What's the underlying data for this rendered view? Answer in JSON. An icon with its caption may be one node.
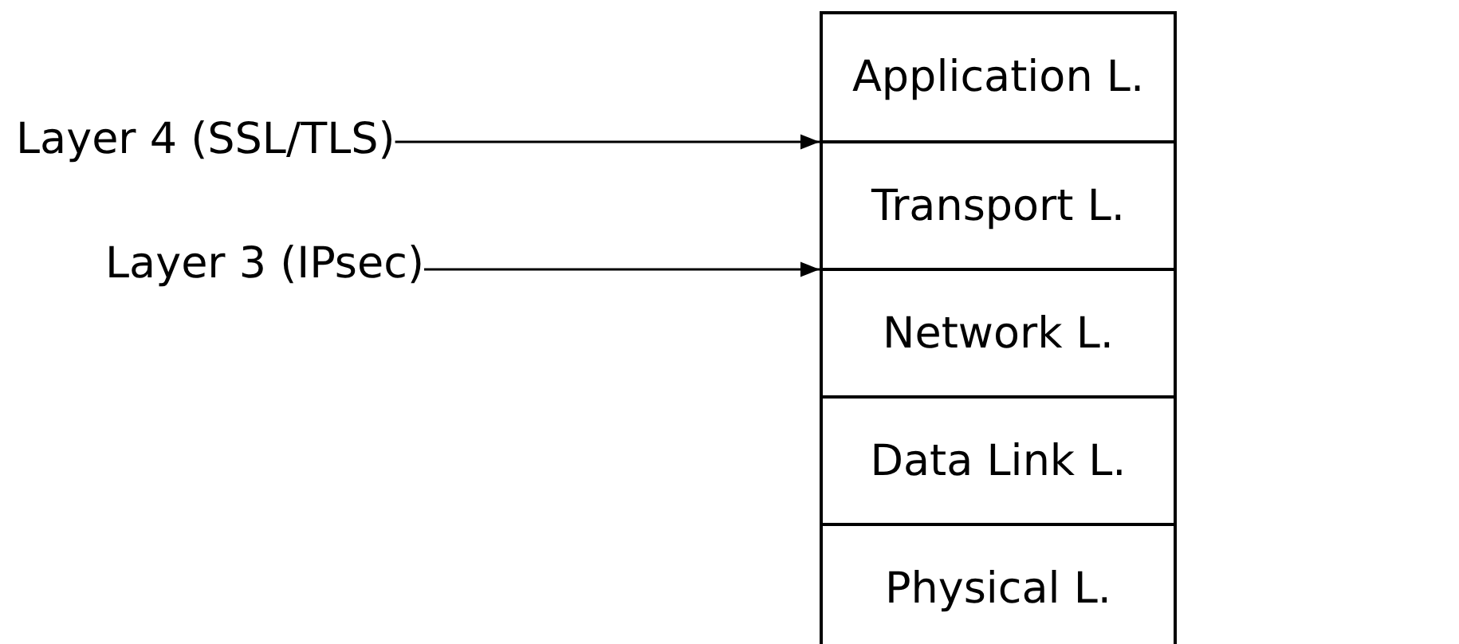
{
  "diagram": {
    "nodes": [
      {
        "text": [
          "Layer 4 (SSL/TLS)"
        ]
      },
      {
        "text": [
          "Layer 3 (IPsec)"
        ]
      },
      {
        "text": [
          "Application L."
        ]
      },
      {
        "text": [
          "Transport L."
        ]
      },
      {
        "text": [
          "Network L."
        ]
      },
      {
        "text": [
          "Data Link L."
        ]
      },
      {
        "text": [
          "Physical L."
        ]
      }
    ],
    "edges": [
      {
        "from": 0,
        "to": 3,
        "arrow": "to"
      },
      {
        "from": 1,
        "to": 4,
        "arrow": "to"
      }
    ]
  }
}
